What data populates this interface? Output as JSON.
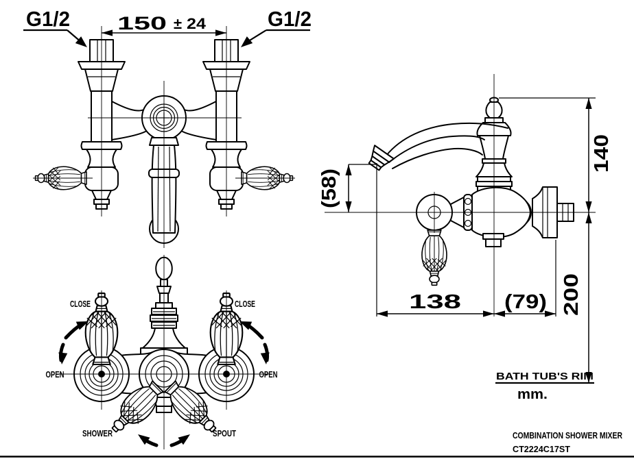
{
  "front_view": {
    "inlet_label_left": "G1/2",
    "inlet_label_right": "G1/2",
    "inlet_spacing": "150",
    "tolerance_sign": "±",
    "tolerance_value": "24"
  },
  "bottom_view": {
    "close_left": "CLOSE",
    "close_right": "CLOSE",
    "open_left": "OPEN",
    "open_right": "OPEN",
    "shower_label": "SHOWER",
    "spout_label": "SPOUT"
  },
  "side_view": {
    "spout_drop": "(58)",
    "height_above_center": "140",
    "height_below_center": "200",
    "spout_reach": "138",
    "wall_projection": "(79)"
  },
  "footer": {
    "rim_label": "BATH TUB'S RIM",
    "unit_label": "mm.",
    "product_name": "COMBINATION  SHOWER MIXER",
    "model_code": "CT2224C17ST"
  },
  "colors": {
    "line": "#000000",
    "background": "#ffffff"
  }
}
